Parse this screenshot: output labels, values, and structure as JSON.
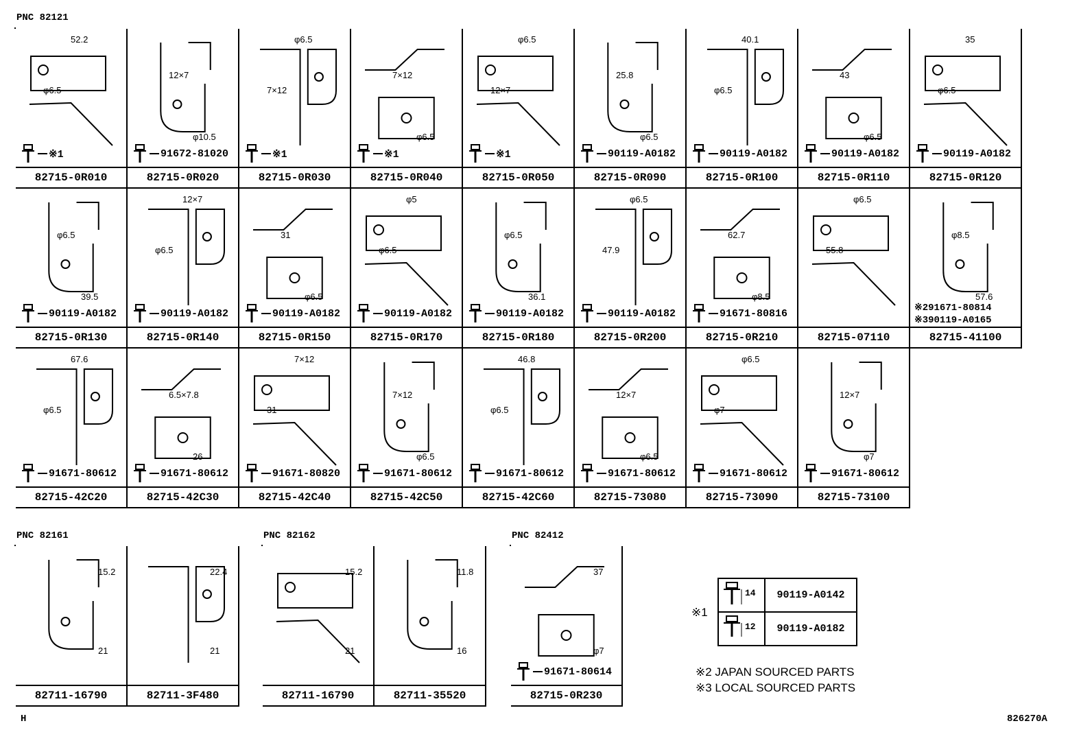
{
  "pnc_labels": {
    "main": "PNC 82121",
    "g1": "PNC 82161",
    "g2": "PNC 82162",
    "g3": "PNC 82412"
  },
  "main_rows": [
    [
      {
        "pn": "82715-0R010",
        "bolt": "※1",
        "dims": [
          "52.2",
          "φ6.5"
        ]
      },
      {
        "pn": "82715-0R020",
        "bolt": "91672-81020",
        "dims": [
          "12×7",
          "φ10.5"
        ]
      },
      {
        "pn": "82715-0R030",
        "bolt": "※1",
        "dims": [
          "φ6.5",
          "7×12"
        ]
      },
      {
        "pn": "82715-0R040",
        "bolt": "※1",
        "dims": [
          "7×12",
          "φ6.5"
        ]
      },
      {
        "pn": "82715-0R050",
        "bolt": "※1",
        "dims": [
          "φ6.5",
          "12×7"
        ]
      },
      {
        "pn": "82715-0R090",
        "bolt": "90119-A0182",
        "dims": [
          "25.8",
          "φ6.5"
        ]
      },
      {
        "pn": "82715-0R100",
        "bolt": "90119-A0182",
        "dims": [
          "40.1",
          "φ6.5"
        ]
      },
      {
        "pn": "82715-0R110",
        "bolt": "90119-A0182",
        "dims": [
          "43",
          "φ6.5"
        ]
      },
      {
        "pn": "82715-0R120",
        "bolt": "90119-A0182",
        "dims": [
          "35",
          "φ6.5"
        ]
      }
    ],
    [
      {
        "pn": "82715-0R130",
        "bolt": "90119-A0182",
        "dims": [
          "φ6.5",
          "39.5"
        ]
      },
      {
        "pn": "82715-0R140",
        "bolt": "90119-A0182",
        "dims": [
          "12×7",
          "φ6.5"
        ]
      },
      {
        "pn": "82715-0R150",
        "bolt": "90119-A0182",
        "dims": [
          "31",
          "φ6.5"
        ]
      },
      {
        "pn": "82715-0R170",
        "bolt": "90119-A0182",
        "dims": [
          "φ5",
          "φ6.5"
        ]
      },
      {
        "pn": "82715-0R180",
        "bolt": "90119-A0182",
        "dims": [
          "φ6.5",
          "36.1"
        ]
      },
      {
        "pn": "82715-0R200",
        "bolt": "90119-A0182",
        "dims": [
          "φ6.5",
          "47.9"
        ]
      },
      {
        "pn": "82715-0R210",
        "bolt": "91671-80816",
        "dims": [
          "62.7",
          "φ8.5"
        ]
      },
      {
        "pn": "82715-07110",
        "bolt": "",
        "dims": [
          "φ6.5",
          "55.8"
        ]
      },
      {
        "pn": "82715-41100",
        "bolt": "",
        "dims": [
          "φ8.5",
          "57.6"
        ],
        "bolts2": [
          "※291671-80814",
          "※390119-A0165"
        ]
      }
    ],
    [
      {
        "pn": "82715-42C20",
        "bolt": "91671-80612",
        "dims": [
          "67.6",
          "φ6.5"
        ]
      },
      {
        "pn": "82715-42C30",
        "bolt": "91671-80612",
        "dims": [
          "6.5×7.8",
          "26"
        ]
      },
      {
        "pn": "82715-42C40",
        "bolt": "91671-80820",
        "dims": [
          "7×12",
          "31"
        ]
      },
      {
        "pn": "82715-42C50",
        "bolt": "91671-80612",
        "dims": [
          "7×12",
          "φ6.5"
        ]
      },
      {
        "pn": "82715-42C60",
        "bolt": "91671-80612",
        "dims": [
          "46.8",
          "φ6.5"
        ]
      },
      {
        "pn": "82715-73080",
        "bolt": "91671-80612",
        "dims": [
          "12×7",
          "φ6.5"
        ]
      },
      {
        "pn": "82715-73090",
        "bolt": "91671-80612",
        "dims": [
          "φ6.5",
          "φ7"
        ]
      },
      {
        "pn": "82715-73100",
        "bolt": "91671-80612",
        "dims": [
          "12×7",
          "φ7"
        ]
      }
    ]
  ],
  "lower_groups": [
    {
      "cells": [
        {
          "pn": "82711-16790",
          "dims": [
            "15.2",
            "21"
          ]
        },
        {
          "pn": "82711-3F480",
          "dims": [
            "22.4",
            "21"
          ]
        }
      ]
    },
    {
      "cells": [
        {
          "pn": "82711-16790",
          "dims": [
            "15.2",
            "21"
          ]
        },
        {
          "pn": "82711-35520",
          "dims": [
            "11.8",
            "16"
          ]
        }
      ]
    },
    {
      "cells": [
        {
          "pn": "82715-0R230",
          "dims": [
            "37",
            "φ7"
          ],
          "bolt": "91671-80614"
        }
      ]
    }
  ],
  "legend": {
    "marker": "※1",
    "rows": [
      {
        "len": "14",
        "part": "90119-A0142"
      },
      {
        "len": "12",
        "part": "90119-A0182"
      }
    ]
  },
  "notes": [
    "※2 JAPAN SOURCED PARTS",
    "※3 LOCAL SOURCED PARTS"
  ],
  "footer": {
    "left": "H",
    "right": "826270A"
  }
}
